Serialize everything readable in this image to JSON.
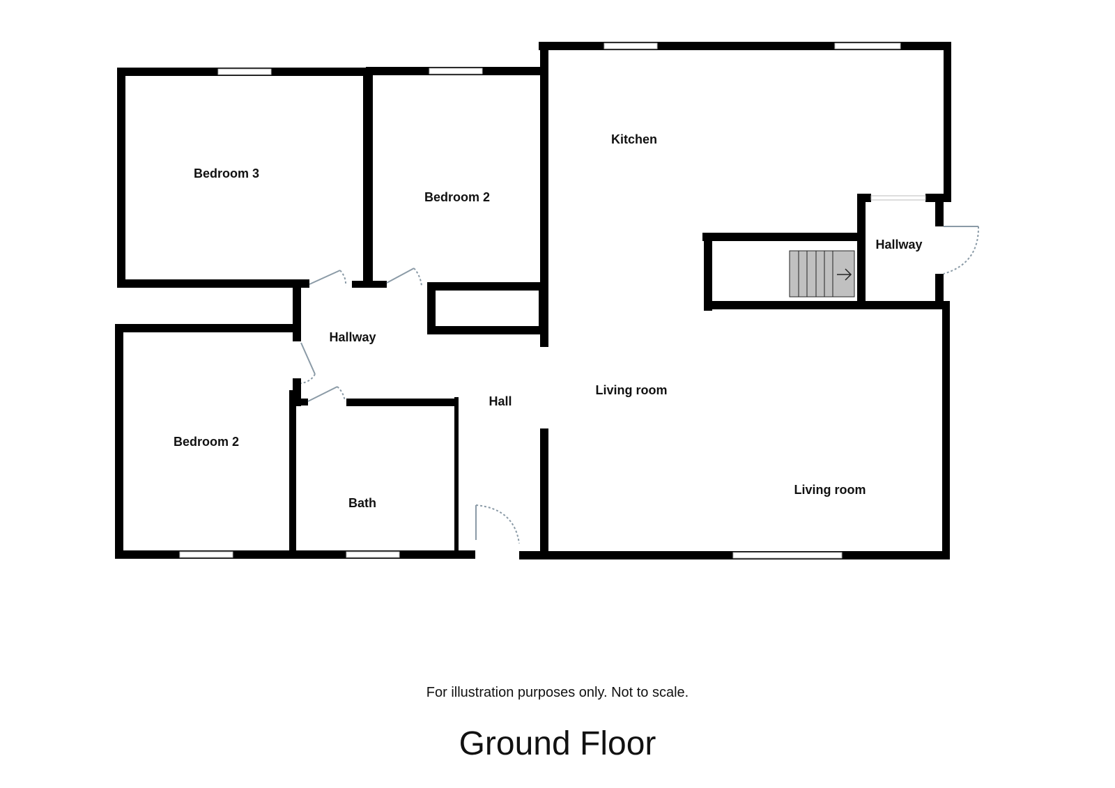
{
  "rooms": {
    "bedroom3": "Bedroom 3",
    "bedroom2_upper": "Bedroom 2",
    "kitchen": "Kitchen",
    "hallway_right": "Hallway",
    "hallway_left": "Hallway",
    "hall": "Hall",
    "living_room_center": "Living room",
    "living_room_right": "Living room",
    "bedroom2_lower": "Bedroom 2",
    "bath": "Bath"
  },
  "footer": {
    "disclaimer": "For illustration purposes only. Not to scale.",
    "floor_title": "Ground Floor"
  },
  "colors": {
    "wall": "#000000",
    "stairs": "#c0c0c0",
    "door": "#8a9aa6"
  }
}
